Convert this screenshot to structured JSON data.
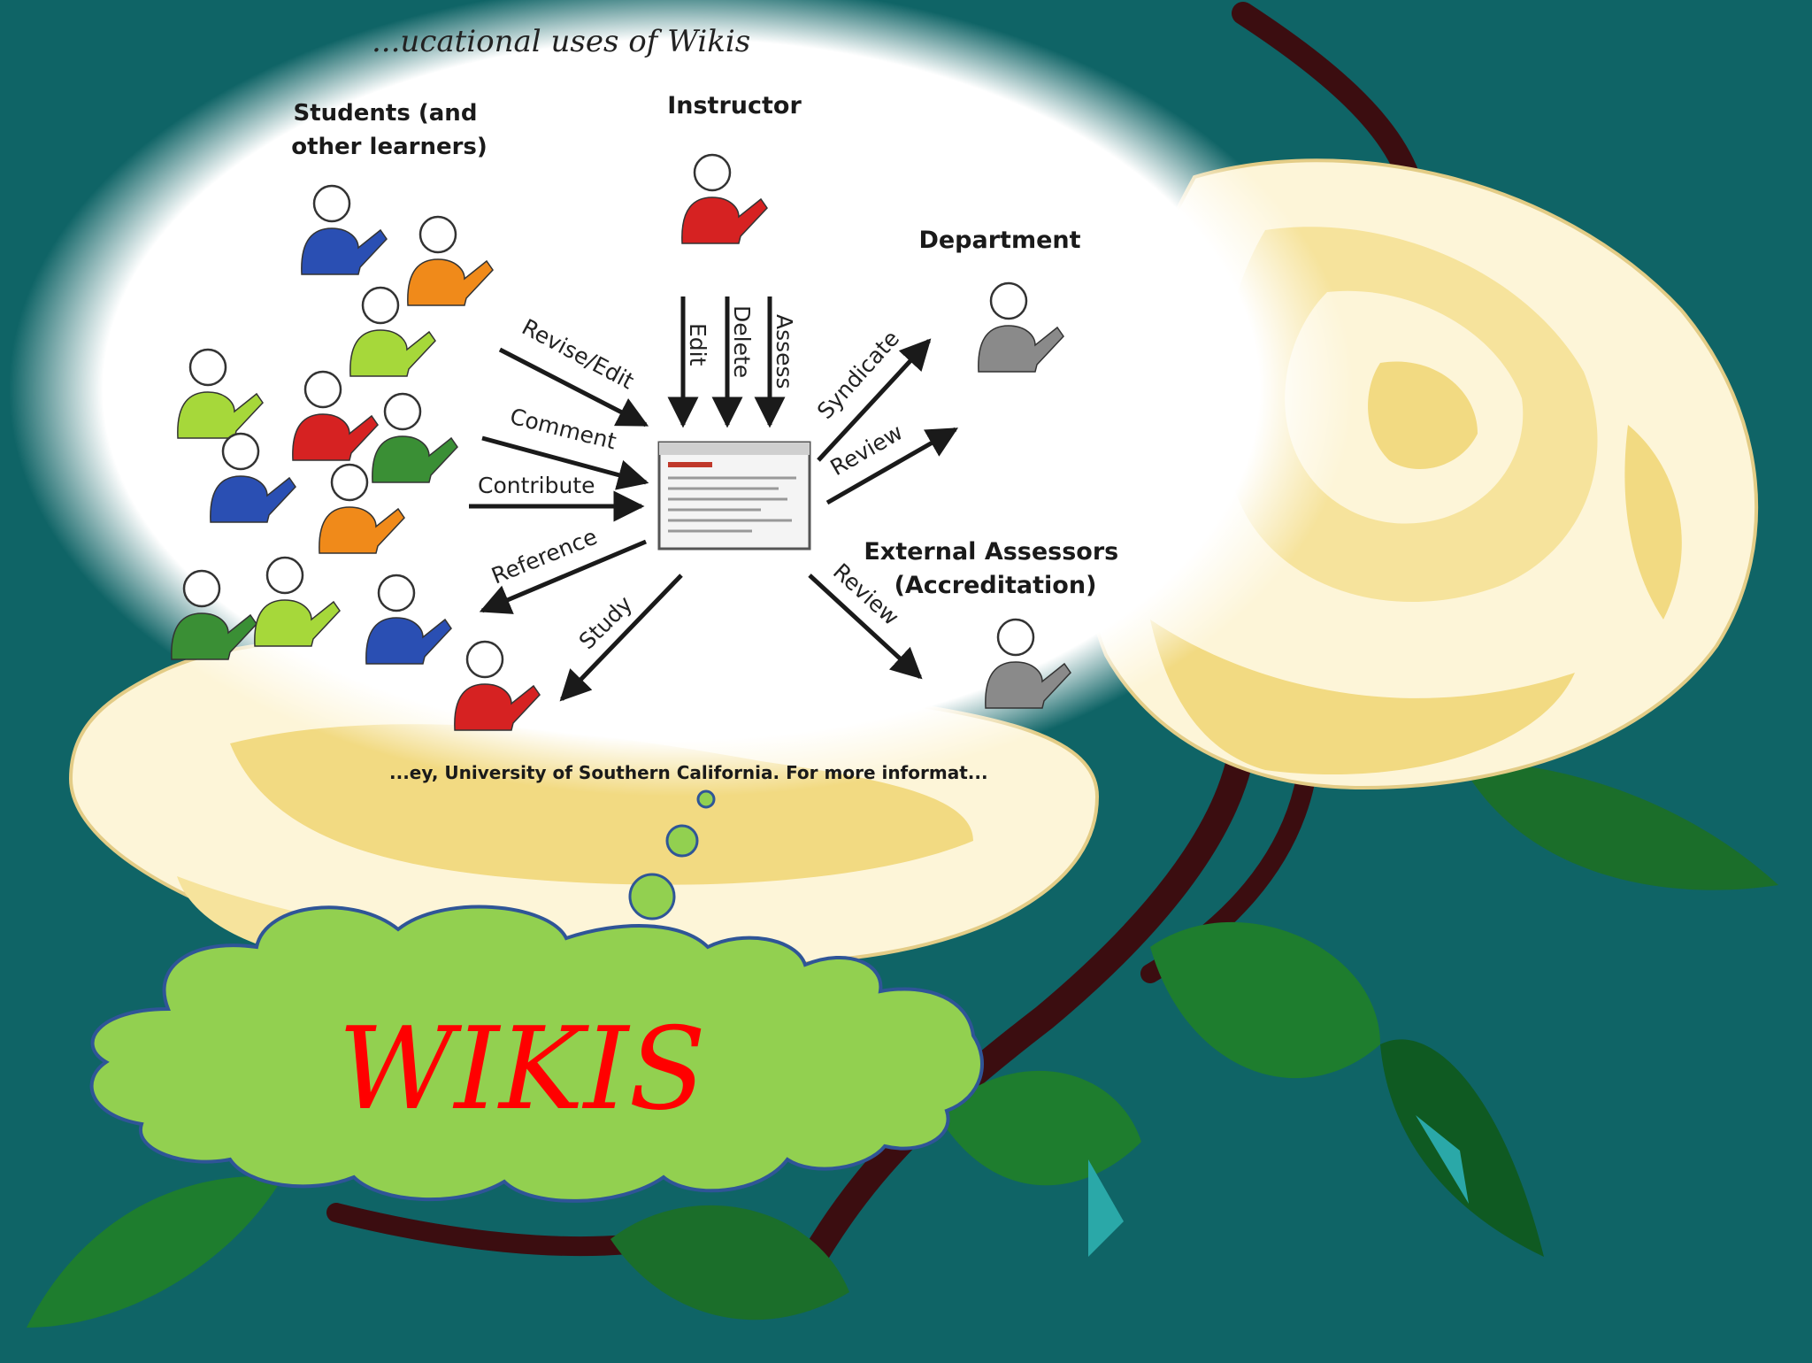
{
  "slide": {
    "background_color": "#0f6466",
    "title": "WIKIS"
  },
  "diagram": {
    "heading": "...ucational uses of Wikis",
    "groups": {
      "students": "Students (and\nother learners)",
      "instructor": "Instructor",
      "department": "Department",
      "external": "External Assessors\n(Accreditation)"
    },
    "student_actions": [
      "Revise/Edit",
      "Comment",
      "Contribute",
      "Reference",
      "Study"
    ],
    "instructor_actions": [
      "Edit",
      "Delete",
      "Assess"
    ],
    "department_actions": [
      "Syndicate",
      "Review"
    ],
    "external_actions": [
      "Review"
    ],
    "credit": "...ey, University of Southern California. For more informat..."
  },
  "colors": {
    "cloud_fill": "#92d050",
    "cloud_stroke": "#2f5597",
    "title_color": "#ff0000",
    "rose_petal": "#fdf5d8",
    "rose_shadow": "#f2da82",
    "leaf": "#1e7d2e",
    "stem": "#3b0d10"
  }
}
